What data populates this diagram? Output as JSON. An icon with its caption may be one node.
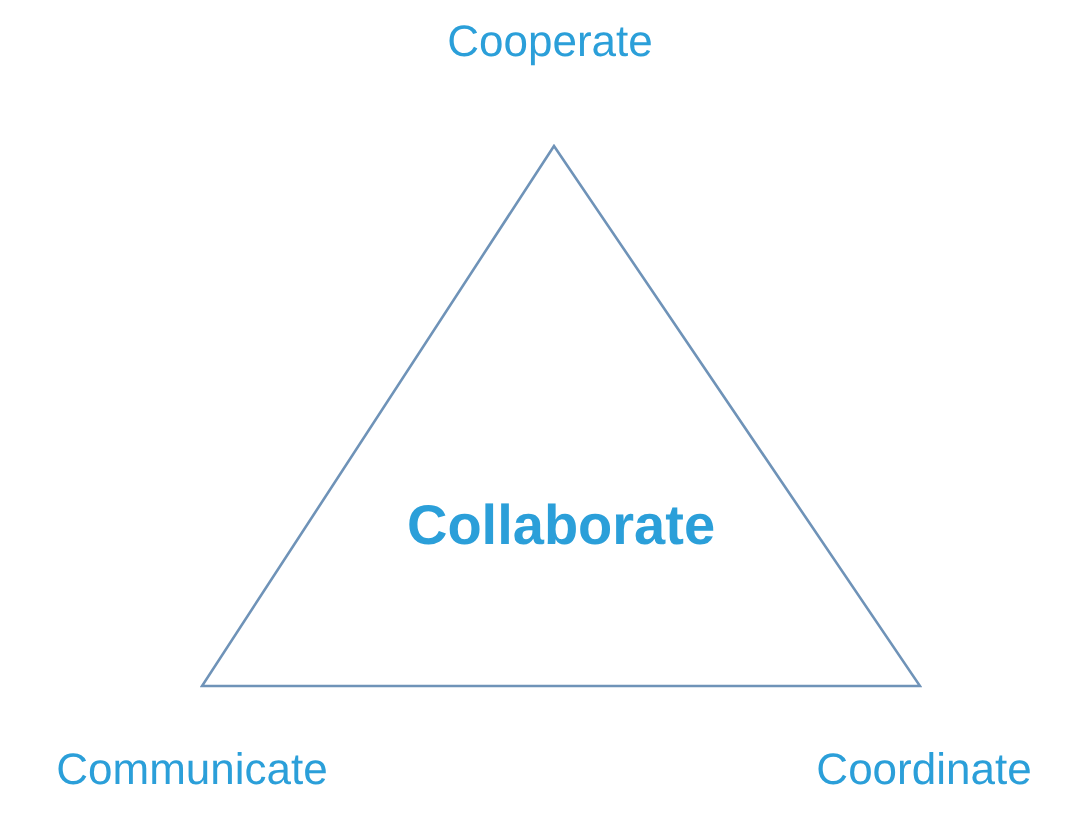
{
  "diagram": {
    "nodes": [
      {
        "text": [
          "Collaborate"
        ]
      }
    ],
    "labels": [
      "Cooperate",
      "Communicate",
      "Coordinate"
    ]
  }
}
